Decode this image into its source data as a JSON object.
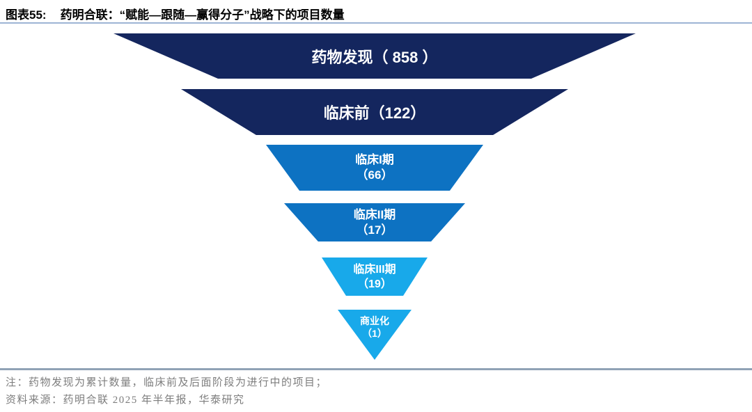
{
  "header": {
    "figure_label": "图表55:",
    "title": "药明合联：“赋能—跟随—赢得分子”战略下的项目数量"
  },
  "chart_data": {
    "type": "funnel",
    "title": "药明合联：“赋能—跟随—赢得分子”战略下的项目数量",
    "stages": [
      {
        "name": "药物发现",
        "value": 858,
        "line1": "药物发现（ 858 ）",
        "line2": "",
        "color": "#14265e"
      },
      {
        "name": "临床前",
        "value": 122,
        "line1": "临床前（122）",
        "line2": "",
        "color": "#14265e"
      },
      {
        "name": "临床I期",
        "value": 66,
        "line1": "临床I期",
        "line2": "（66）",
        "color": "#0d72c2"
      },
      {
        "name": "临床II期",
        "value": 17,
        "line1": "临床II期",
        "line2": "（17）",
        "color": "#0d72c2"
      },
      {
        "name": "临床III期",
        "value": 19,
        "line1": "临床III期",
        "line2": "（19）",
        "color": "#18a9ea"
      },
      {
        "name": "商业化",
        "value": 1,
        "line1": "商业化",
        "line2": "（1）",
        "color": "#18a9ea"
      }
    ],
    "notes": [
      "注：药物发现为累计数量，临床前及后面阶段为进行中的项目；",
      "资料来源：药明合联 2025 年半年报，华泰研究"
    ]
  },
  "colors": {
    "navy": "#14265e",
    "mid_blue": "#0d72c2",
    "light_blue": "#18a9ea",
    "title_rule": "#9db4d4",
    "footer_rule": "#90a2b6",
    "note_text": "#7d7d7d"
  }
}
